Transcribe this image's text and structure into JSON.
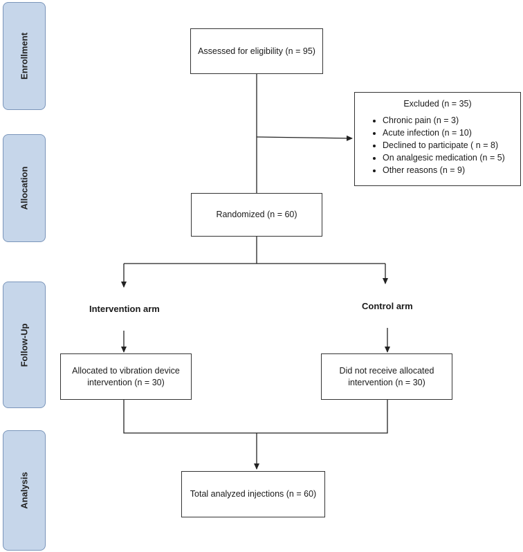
{
  "stages": [
    "Enrollment",
    "Allocation",
    "Follow-Up",
    "Analysis"
  ],
  "boxes": {
    "assessed": "Assessed for eligibility (n = 95)",
    "excluded": {
      "title": "Excluded (n = 35)",
      "items": [
        "Chronic pain (n = 3)",
        "Acute infection (n = 10)",
        "Declined to participate ( n = 8)",
        "On analgesic medication (n = 5)",
        "Other reasons (n = 9)"
      ]
    },
    "randomized": "Randomized (n = 60)",
    "intervention_arm": "Intervention arm",
    "control_arm": "Control arm",
    "intervention_box": [
      "Allocated to vibration device",
      "intervention (n = 30)"
    ],
    "control_box": [
      "Did not receive allocated",
      "intervention (n = 30)"
    ],
    "analyzed": "Total analyzed injections (n = 60)"
  },
  "colors": {
    "stage_fill": "#c6d6ea",
    "stage_border": "#7a95ba",
    "line": "#222222"
  }
}
